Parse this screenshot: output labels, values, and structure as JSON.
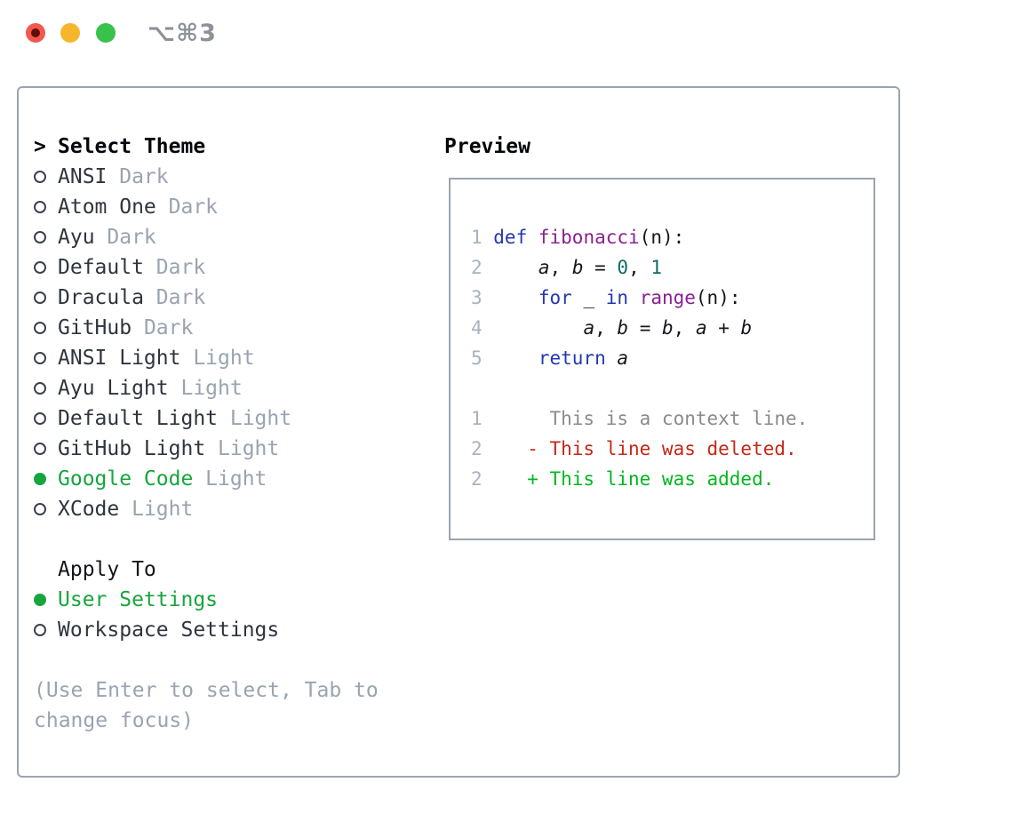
{
  "window": {
    "title": "⌥⌘3",
    "traffic_lights": [
      {
        "name": "close",
        "color": "#f3584e",
        "focused": true
      },
      {
        "name": "minimize",
        "color": "#f6b62c",
        "focused": false
      },
      {
        "name": "maximize",
        "color": "#37c24b",
        "focused": false
      }
    ]
  },
  "theme_menu": {
    "header": {
      "prefix": ">",
      "label": "Select Theme"
    },
    "items": [
      {
        "name": "ANSI",
        "variant": "Dark",
        "selected": false
      },
      {
        "name": "Atom One",
        "variant": "Dark",
        "selected": false
      },
      {
        "name": "Ayu",
        "variant": "Dark",
        "selected": false
      },
      {
        "name": "Default",
        "variant": "Dark",
        "selected": false
      },
      {
        "name": "Dracula",
        "variant": "Dark",
        "selected": false
      },
      {
        "name": "GitHub",
        "variant": "Dark",
        "selected": false
      },
      {
        "name": "ANSI Light",
        "variant": "Light",
        "selected": false
      },
      {
        "name": "Ayu Light",
        "variant": "Light",
        "selected": false
      },
      {
        "name": "Default Light",
        "variant": "Light",
        "selected": false
      },
      {
        "name": "GitHub Light",
        "variant": "Light",
        "selected": false
      },
      {
        "name": "Google Code",
        "variant": "Light",
        "selected": true
      },
      {
        "name": "XCode",
        "variant": "Light",
        "selected": false
      }
    ]
  },
  "apply_to": {
    "header": "Apply To",
    "options": [
      {
        "label": "User Settings",
        "selected": true
      },
      {
        "label": "Workspace Settings",
        "selected": false
      }
    ]
  },
  "help_text": "(Use Enter to select, Tab to change focus)",
  "preview": {
    "header": "Preview",
    "code_lines": [
      {
        "num": "1",
        "tokens": [
          {
            "c": "kw",
            "t": "def"
          },
          {
            "c": "pln",
            "t": " "
          },
          {
            "c": "fn",
            "t": "fibonacci"
          },
          {
            "c": "pln",
            "t": "(n):"
          }
        ]
      },
      {
        "num": "2",
        "tokens": [
          {
            "c": "pln",
            "t": "    "
          },
          {
            "c": "var",
            "t": "a"
          },
          {
            "c": "pln",
            "t": ", "
          },
          {
            "c": "var",
            "t": "b"
          },
          {
            "c": "pln",
            "t": " = "
          },
          {
            "c": "lit",
            "t": "0"
          },
          {
            "c": "pln",
            "t": ", "
          },
          {
            "c": "lit",
            "t": "1"
          }
        ]
      },
      {
        "num": "3",
        "tokens": [
          {
            "c": "pln",
            "t": "    "
          },
          {
            "c": "kw",
            "t": "for"
          },
          {
            "c": "pln",
            "t": " _ "
          },
          {
            "c": "kw",
            "t": "in"
          },
          {
            "c": "pln",
            "t": " "
          },
          {
            "c": "fn",
            "t": "range"
          },
          {
            "c": "pln",
            "t": "(n):"
          }
        ]
      },
      {
        "num": "4",
        "tokens": [
          {
            "c": "pln",
            "t": "        "
          },
          {
            "c": "var",
            "t": "a"
          },
          {
            "c": "pln",
            "t": ", "
          },
          {
            "c": "var",
            "t": "b"
          },
          {
            "c": "pln",
            "t": " = "
          },
          {
            "c": "var",
            "t": "b"
          },
          {
            "c": "pln",
            "t": ", "
          },
          {
            "c": "var",
            "t": "a"
          },
          {
            "c": "pln",
            "t": " + "
          },
          {
            "c": "var",
            "t": "b"
          }
        ]
      },
      {
        "num": "5",
        "tokens": [
          {
            "c": "pln",
            "t": "    "
          },
          {
            "c": "kw",
            "t": "return"
          },
          {
            "c": "pln",
            "t": " "
          },
          {
            "c": "var",
            "t": "a"
          }
        ]
      }
    ],
    "diff_lines": [
      {
        "num": "1",
        "marker": "",
        "text": "This is a context line.",
        "kind": "context"
      },
      {
        "num": "2",
        "marker": "-",
        "text": "This line was deleted.",
        "kind": "deleted"
      },
      {
        "num": "2",
        "marker": "+",
        "text": "This line was added.",
        "kind": "added"
      }
    ]
  },
  "colors": {
    "accent-green": "#17a53d",
    "keyword": "#2437b3",
    "function": "#8a2190",
    "literal": "#0e6a68",
    "deleted": "#c52716",
    "added": "#00b71f",
    "context": "#8b8b8b",
    "muted": "#9aa3b0",
    "border": "#9ba4af"
  }
}
